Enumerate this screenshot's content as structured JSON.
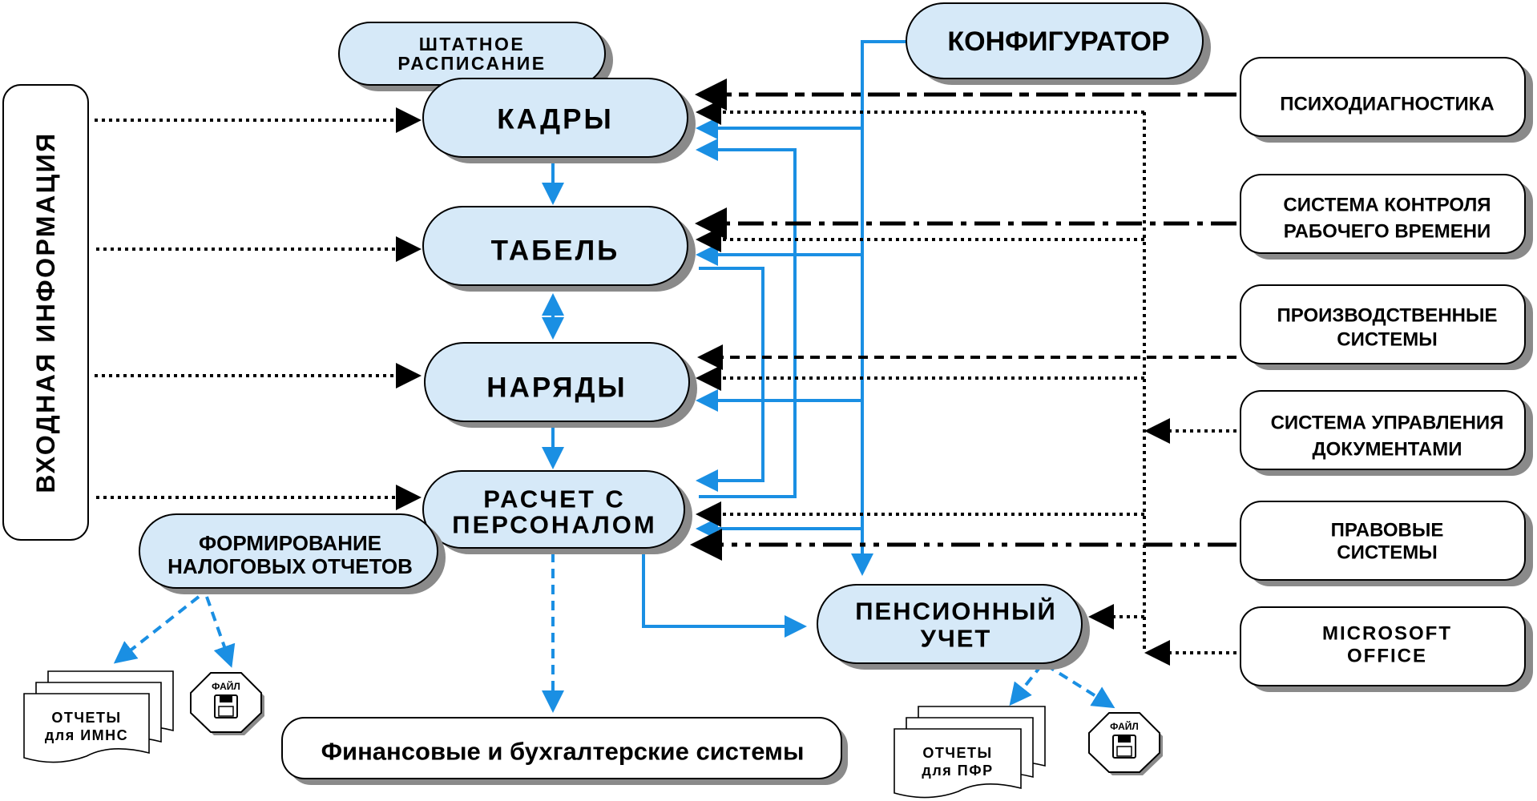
{
  "input": {
    "label": "ВХОДНАЯ ИНФОРМАЦИЯ"
  },
  "nodes": {
    "shtat": {
      "line1": "ШТАТНОЕ",
      "line2": "РАСПИСАНИЕ"
    },
    "kadry": {
      "label": "КАДРЫ"
    },
    "tabel": {
      "label": "ТАБЕЛЬ"
    },
    "naryady": {
      "label": "НАРЯДЫ"
    },
    "raschet": {
      "line1": "РАСЧЕТ С",
      "line2": "ПЕРСОНАЛОМ"
    },
    "nalog": {
      "line1": "ФОРМИРОВАНИЕ",
      "line2": "НАЛОГОВЫХ ОТЧЕТОВ"
    },
    "konf": {
      "label": "КОНФИГУРАТОР"
    },
    "pens": {
      "line1": "ПЕНСИОННЫЙ",
      "line2": "УЧЕТ"
    },
    "fin": {
      "label": "Финансовые и бухгалтерские системы"
    }
  },
  "external": {
    "psych": {
      "line1": "ПСИХОДИАГНОСТИКА"
    },
    "skud": {
      "line1": "СИСТЕМА КОНТРОЛЯ",
      "line2": "РАБОЧЕГО ВРЕМЕНИ"
    },
    "prod": {
      "line1": "ПРОИЗВОДСТВЕННЫЕ",
      "line2": "СИСТЕМЫ"
    },
    "sud": {
      "line1": "СИСТЕМА УПРАВЛЕНИЯ",
      "line2": "ДОКУМЕНТАМИ"
    },
    "prav": {
      "line1": "ПРАВОВЫЕ",
      "line2": "СИСТЕМЫ"
    },
    "ms": {
      "line1": "MICROSOFT",
      "line2": "OFFICE"
    }
  },
  "reports": {
    "imns": {
      "line1": "ОТЧЕТЫ",
      "line2": "для ИМНС"
    },
    "pfr": {
      "line1": "ОТЧЕТЫ",
      "line2": "для ПФР"
    }
  },
  "file_badges": {
    "left": "ФАЙЛ",
    "right": "ФАЙЛ"
  },
  "colors": {
    "node_fill": "#d6e9f8",
    "arrow_blue": "#1a8fe3",
    "shadow": "#8a8a8a",
    "line_black": "#000000"
  }
}
